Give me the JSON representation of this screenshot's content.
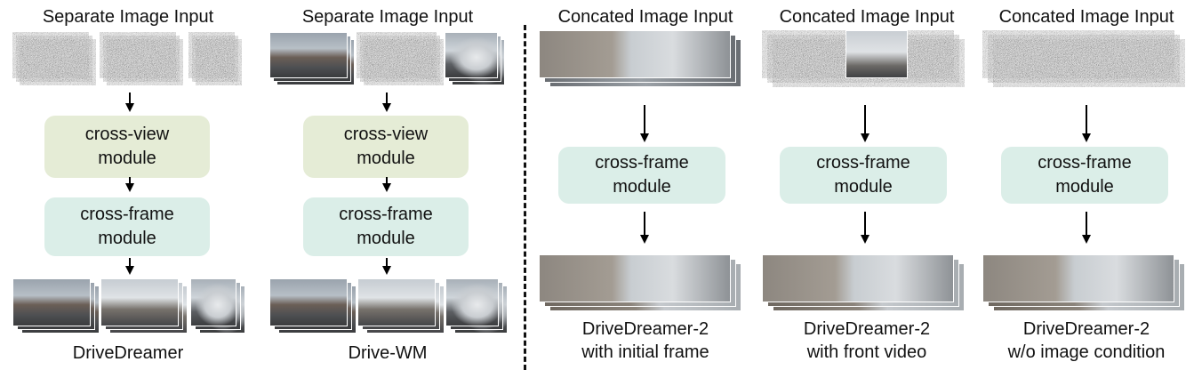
{
  "panels": [
    {
      "header": "Separate Image Input",
      "modules": [
        {
          "kind": "view",
          "line1": "cross-view",
          "line2": "module"
        },
        {
          "kind": "frame",
          "line1": "cross-frame",
          "line2": "module"
        }
      ],
      "footer_line1": "DriveDreamer",
      "footer_line2": ""
    },
    {
      "header": "Separate Image Input",
      "modules": [
        {
          "kind": "view",
          "line1": "cross-view",
          "line2": "module"
        },
        {
          "kind": "frame",
          "line1": "cross-frame",
          "line2": "module"
        }
      ],
      "footer_line1": "Drive-WM",
      "footer_line2": ""
    },
    {
      "header": "Concated Image Input",
      "modules": [
        {
          "kind": "frame",
          "line1": "cross-frame",
          "line2": "module"
        }
      ],
      "footer_line1": "DriveDreamer-2",
      "footer_line2": "with initial frame"
    },
    {
      "header": "Concated Image Input",
      "modules": [
        {
          "kind": "frame",
          "line1": "cross-frame",
          "line2": "module"
        }
      ],
      "footer_line1": "DriveDreamer-2",
      "footer_line2": "with front video"
    },
    {
      "header": "Concated Image Input",
      "modules": [
        {
          "kind": "frame",
          "line1": "cross-frame",
          "line2": "module"
        }
      ],
      "footer_line1": "DriveDreamer-2",
      "footer_line2": "w/o image condition"
    }
  ],
  "colors": {
    "cross_view_module": "#e5ecd6",
    "cross_frame_module": "#dbeee8",
    "arrow": "#000000",
    "divider": "#111111"
  }
}
